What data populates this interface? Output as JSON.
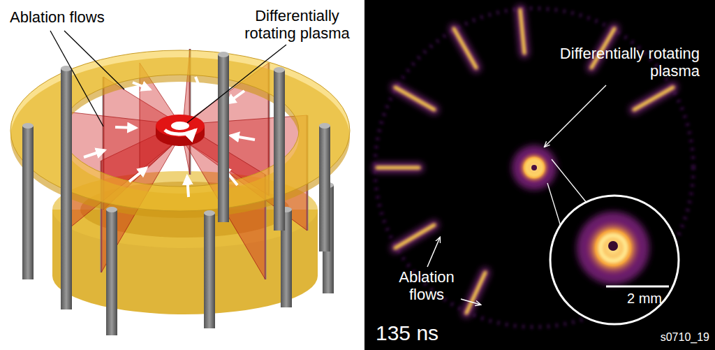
{
  "diagram": {
    "labels": [
      "Ablation flows",
      "Differentially rotating plasma",
      "Differentially rotating plasma",
      "Ablation flows",
      "2 mm",
      "135 ns",
      "s0710_19"
    ]
  }
}
